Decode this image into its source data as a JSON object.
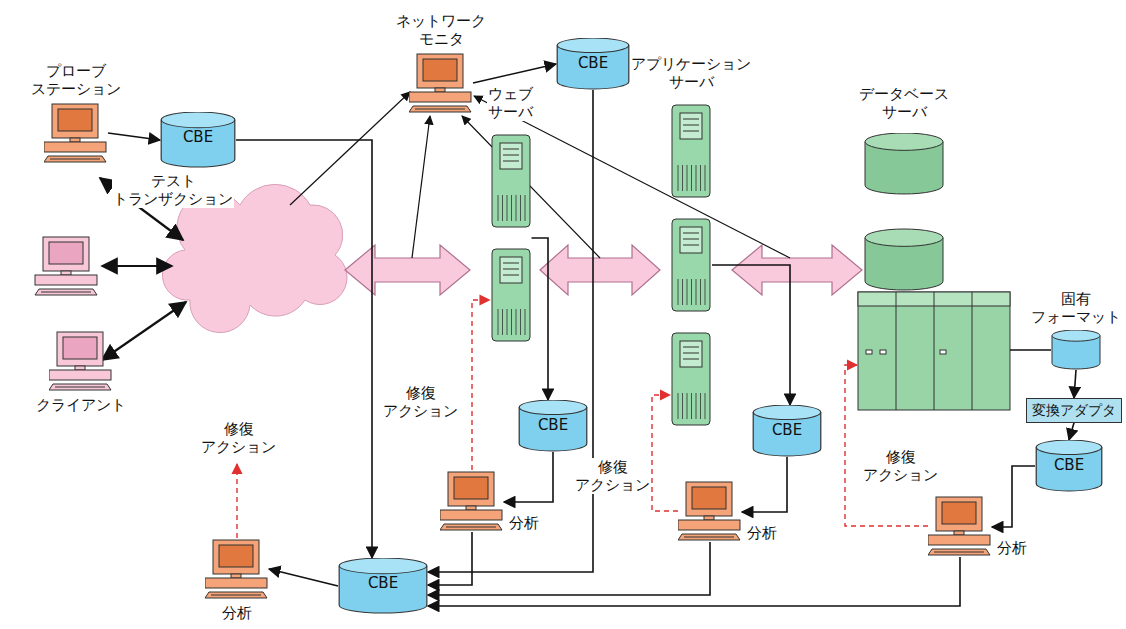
{
  "diagram": {
    "nodes": [
      {
        "text": [
          "プローブ ステーション"
        ]
      },
      {
        "text": [
          "CBE"
        ]
      },
      {
        "text": [
          "ネットワーク モニタ"
        ]
      },
      {
        "text": [
          "CBE"
        ]
      },
      {
        "text": [
          "ウェブ サーバ"
        ]
      },
      {
        "text": [
          "アプリケーション サーバ"
        ]
      },
      {
        "text": [
          "データベース サーバ"
        ]
      },
      {
        "text": [
          "固有 フォーマット"
        ]
      },
      {
        "text": [
          "変換アダプタ"
        ]
      },
      {
        "text": [
          "CBE"
        ]
      },
      {
        "text": [
          "分析"
        ]
      },
      {
        "text": [
          "CBE"
        ]
      },
      {
        "text": [
          "分析"
        ]
      },
      {
        "text": [
          "CBE"
        ]
      },
      {
        "text": [
          "分析"
        ]
      },
      {
        "text": [
          "CBE"
        ]
      },
      {
        "text": [
          "分析"
        ]
      },
      {
        "text": [
          "クライアント"
        ]
      }
    ],
    "edges": [
      {
        "from": 0,
        "to": 1,
        "arrow": "to"
      },
      {
        "from": 1,
        "to": 15,
        "arrow": "to"
      },
      {
        "from": 2,
        "to": 3,
        "arrow": "to"
      },
      {
        "from": 3,
        "to": 15,
        "arrow": "to"
      },
      {
        "from": 4,
        "to": 9,
        "arrow": "to"
      },
      {
        "from": 5,
        "to": 11,
        "arrow": "to"
      },
      {
        "from": 7,
        "to": 8,
        "arrow": "to"
      },
      {
        "from": 8,
        "to": 13,
        "arrow": "to"
      },
      {
        "from": 9,
        "to": 10,
        "arrow": "to"
      },
      {
        "from": 10,
        "to": 15,
        "arrow": "to"
      },
      {
        "from": 11,
        "to": 12,
        "arrow": "to"
      },
      {
        "from": 12,
        "to": 15,
        "arrow": "to"
      },
      {
        "from": 13,
        "to": 14,
        "arrow": "to"
      },
      {
        "from": 14,
        "to": 15,
        "arrow": "to"
      },
      {
        "from": 15,
        "to": 16,
        "arrow": "to"
      },
      {
        "from": 10,
        "to": 4,
        "label": "修復 アクション",
        "arrow": "to"
      },
      {
        "from": 12,
        "to": 5,
        "label": "修復 アクション",
        "arrow": "to"
      }
    ],
    "labels": [
      "テスト トランザクション",
      "修復 アクション",
      "修復 アクション"
    ]
  }
}
